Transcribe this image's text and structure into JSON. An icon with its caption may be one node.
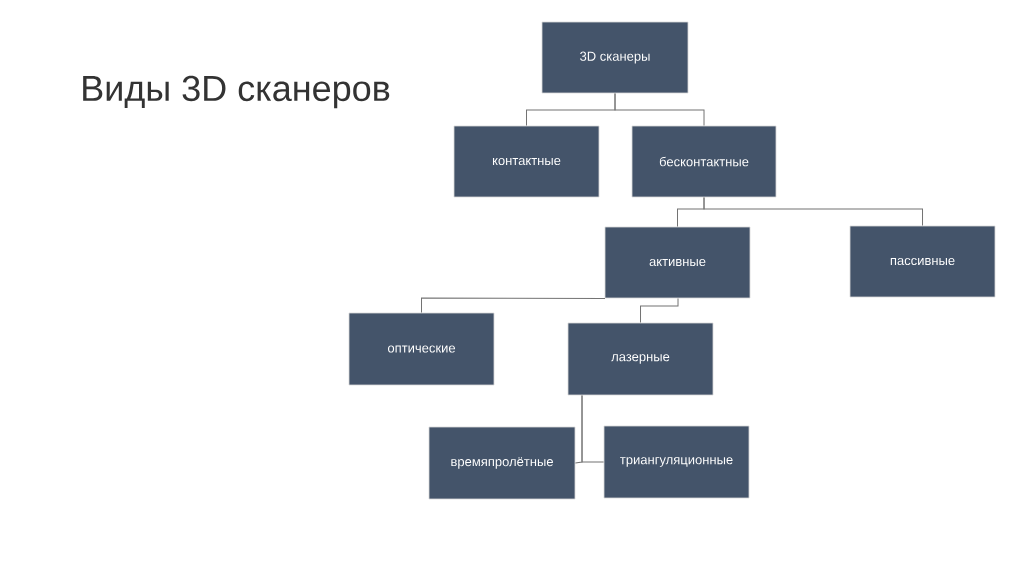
{
  "diagram": {
    "title": "Виды 3D сканеров",
    "nodes": [
      {
        "text": [
          "3D сканеры"
        ]
      },
      {
        "text": [
          "контактные"
        ]
      },
      {
        "text": [
          "бесконтактные"
        ]
      },
      {
        "text": [
          "активные"
        ]
      },
      {
        "text": [
          "пассивные"
        ]
      },
      {
        "text": [
          "оптические"
        ]
      },
      {
        "text": [
          "лазерные"
        ]
      },
      {
        "text": [
          "времяпролётные"
        ]
      },
      {
        "text": [
          "триангуляционные"
        ]
      }
    ],
    "edges": [
      {
        "from": 0,
        "to": 1,
        "arrow": "none"
      },
      {
        "from": 0,
        "to": 2,
        "arrow": "none"
      },
      {
        "from": 2,
        "to": 3,
        "arrow": "none"
      },
      {
        "from": 2,
        "to": 4,
        "arrow": "none"
      },
      {
        "from": 3,
        "to": 5,
        "arrow": "none"
      },
      {
        "from": 3,
        "to": 6,
        "arrow": "none"
      },
      {
        "from": 6,
        "to": 7,
        "arrow": "none"
      },
      {
        "from": 6,
        "to": 8,
        "arrow": "none"
      }
    ]
  }
}
